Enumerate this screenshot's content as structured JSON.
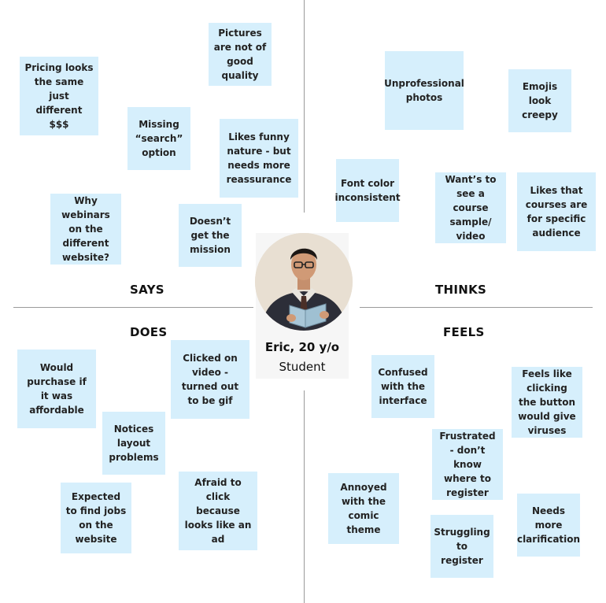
{
  "quadrants": {
    "says": {
      "title": "SAYS",
      "notes": [
        "Pricing looks the same just different $$$",
        "Pictures are not of good quality",
        "Missing “search” option",
        "Likes funny nature - but needs more reassurance",
        "Why webinars on the different website?",
        "Doesn’t get the mission"
      ]
    },
    "thinks": {
      "title": "THINKS",
      "notes": [
        "Unprofessional photos",
        "Emojis look creepy",
        "Font color inconsistent",
        "Want’s to see a course sample/ video",
        "Likes that courses are for specific audience"
      ]
    },
    "does": {
      "title": "DOES",
      "notes": [
        "Would purchase if it was affordable",
        "Clicked on video - turned out to be gif",
        "Notices layout problems",
        "Expected to find jobs on the website",
        "Afraid to click because looks like an ad"
      ]
    },
    "feels": {
      "title": "FEELS",
      "notes": [
        "Confused with the interface",
        "Feels like clicking the button would give viruses",
        "Frustrated - don’t know where to register",
        "Annoyed with the comic theme",
        "Needs more clarification",
        "Struggling to register"
      ]
    }
  },
  "persona": {
    "name": "Eric, 20 y/o",
    "role": "Student",
    "photo_icon": "person-reading-book-photo"
  },
  "colors": {
    "sticky_note": "#d6effc",
    "divider": "#9a9a9a",
    "persona_card": "#f6f6f6"
  }
}
